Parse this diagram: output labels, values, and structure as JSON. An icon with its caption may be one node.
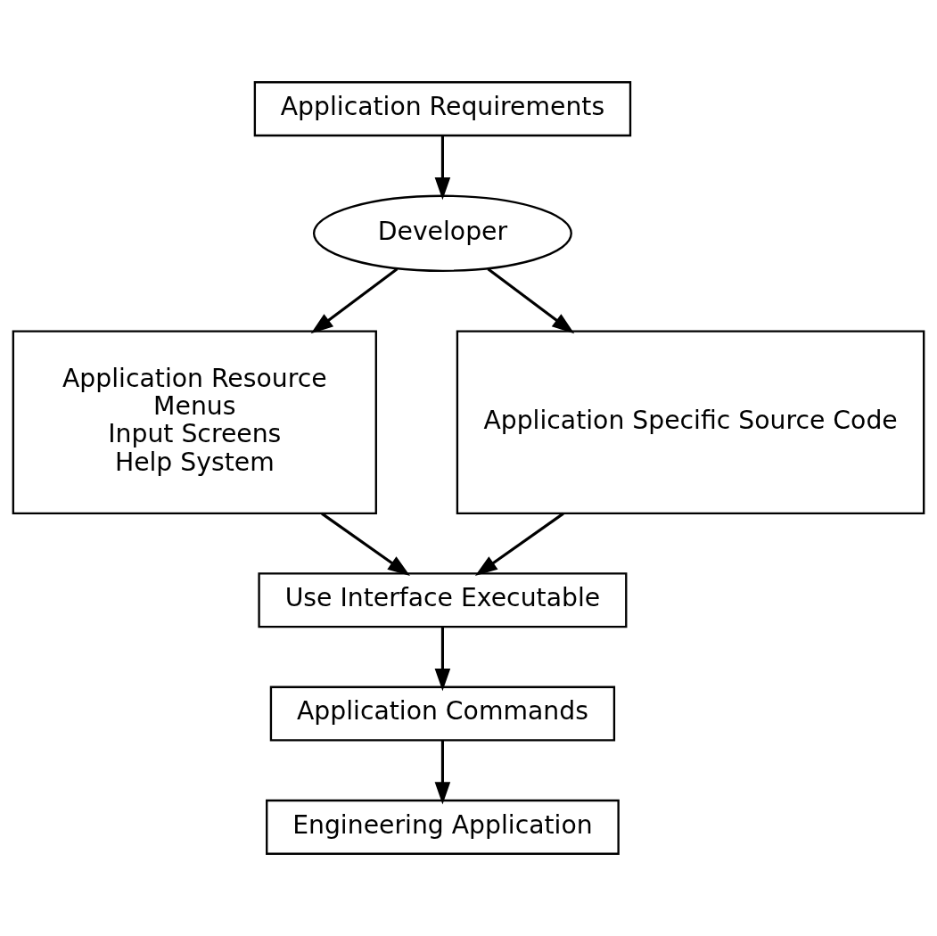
{
  "diagram": {
    "nodes": [
      {
        "text": [
          "Application Requirements"
        ]
      },
      {
        "text": [
          "Developer"
        ]
      },
      {
        "text": [
          "Application Resource",
          "Menus",
          "Input Screens",
          "Help System"
        ]
      },
      {
        "text": [
          "Application Specific Source Code"
        ]
      },
      {
        "text": [
          "Use Interface Executable"
        ]
      },
      {
        "text": [
          "Application Commands"
        ]
      },
      {
        "text": [
          "Engineering Application"
        ]
      }
    ],
    "edges": [
      {
        "from": 0,
        "to": 1,
        "arrow": "to"
      },
      {
        "from": 1,
        "to": 2,
        "arrow": "to"
      },
      {
        "from": 1,
        "to": 3,
        "arrow": "to"
      },
      {
        "from": 2,
        "to": 4,
        "arrow": "to"
      },
      {
        "from": 3,
        "to": 4,
        "arrow": "to"
      },
      {
        "from": 4,
        "to": 5,
        "arrow": "to"
      },
      {
        "from": 5,
        "to": 6,
        "arrow": "to"
      }
    ]
  }
}
